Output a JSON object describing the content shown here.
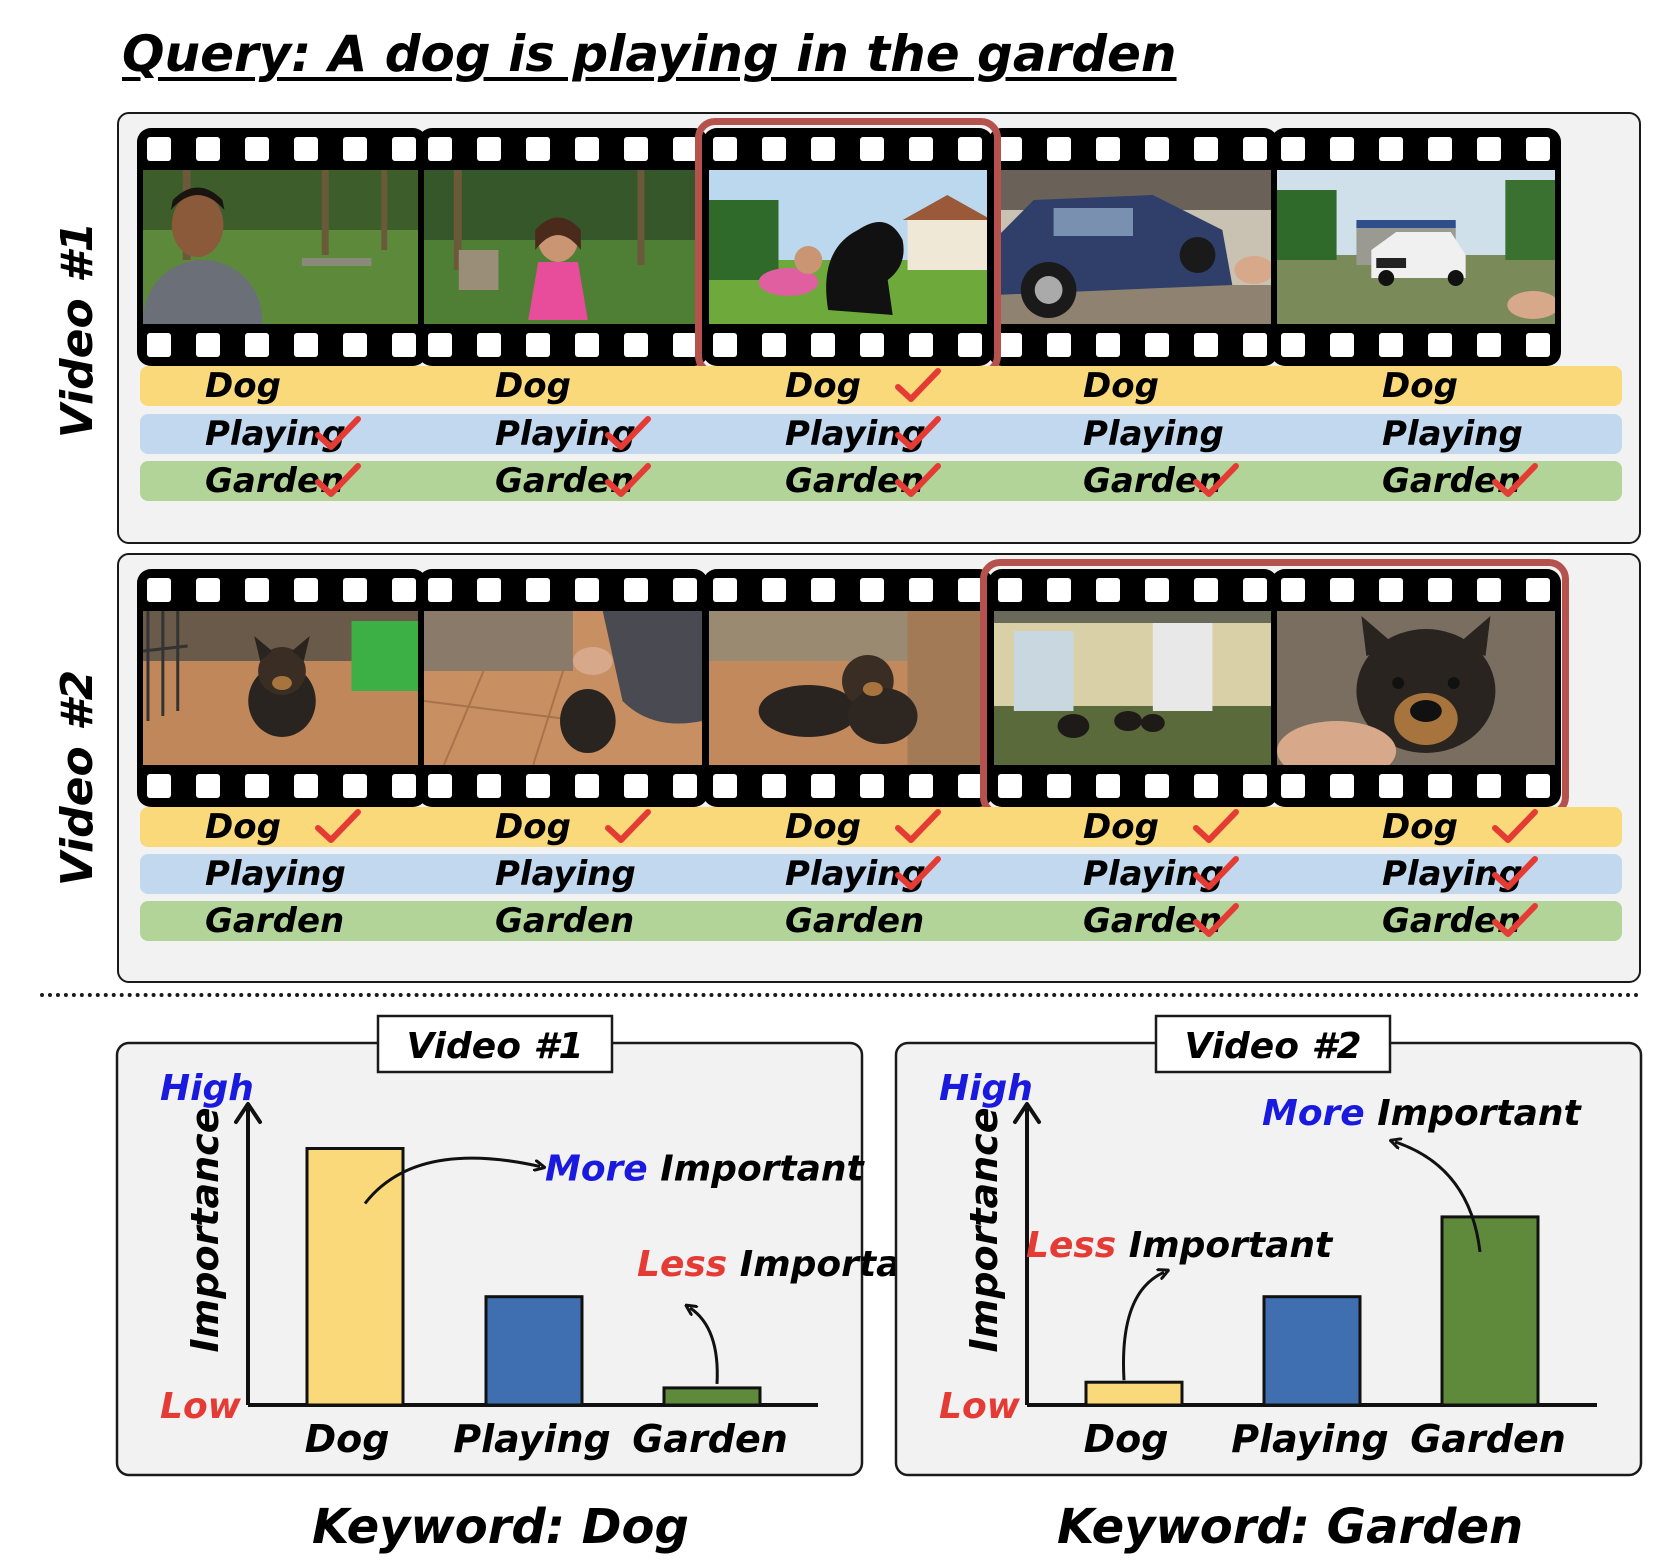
{
  "title": "Query: A dog is playing in the garden",
  "videos": [
    {
      "label": "Video #1",
      "frames": [
        {
          "scene": "man-in-garden-icon"
        },
        {
          "scene": "girl-in-garden-icon"
        },
        {
          "scene": "girl-with-dog-icon"
        },
        {
          "scene": "blue-car-icon"
        },
        {
          "scene": "car-in-yard-icon"
        }
      ],
      "highlight": [
        2,
        2
      ],
      "rows": [
        {
          "keyword": "Dog",
          "checks": [
            false,
            false,
            true,
            false,
            false
          ]
        },
        {
          "keyword": "Playing",
          "checks": [
            true,
            true,
            true,
            false,
            false
          ]
        },
        {
          "keyword": "Garden",
          "checks": [
            true,
            true,
            true,
            true,
            true
          ]
        }
      ]
    },
    {
      "label": "Video #2",
      "frames": [
        {
          "scene": "puppy-by-cage-icon"
        },
        {
          "scene": "puppy-petted-icon"
        },
        {
          "scene": "puppies-wrestling-icon"
        },
        {
          "scene": "puppies-in-yard-icon"
        },
        {
          "scene": "puppy-closeup-icon"
        }
      ],
      "highlight": [
        3,
        4
      ],
      "rows": [
        {
          "keyword": "Dog",
          "checks": [
            true,
            true,
            true,
            true,
            true
          ]
        },
        {
          "keyword": "Playing",
          "checks": [
            false,
            false,
            true,
            true,
            true
          ]
        },
        {
          "keyword": "Garden",
          "checks": [
            false,
            false,
            false,
            true,
            true
          ]
        }
      ]
    }
  ],
  "colors": {
    "dog": "#f9d97a",
    "playing": "#3f6fb0",
    "garden": "#5f8a3c",
    "check": "#e53b35",
    "highlight": "#b6524e",
    "high_label": "#1a1adf",
    "low_label": "#e53b35"
  },
  "chart_data": [
    {
      "type": "bar",
      "title": "Video #1",
      "categories": [
        "Dog",
        "Playing",
        "Garden"
      ],
      "values": [
        0.9,
        0.38,
        0.06
      ],
      "ylabel": "Importance",
      "ylim": [
        0,
        1
      ],
      "y_high_label": "High",
      "y_low_label": "Low",
      "annotations": [
        {
          "target": "Dog",
          "lead": "More",
          "text": "Important"
        },
        {
          "target": "Garden",
          "lead": "Less",
          "text": "Important"
        }
      ],
      "keyword": "Keyword: Dog"
    },
    {
      "type": "bar",
      "title": "Video #2",
      "categories": [
        "Dog",
        "Playing",
        "Garden"
      ],
      "values": [
        0.08,
        0.38,
        0.66
      ],
      "ylabel": "Importance",
      "ylim": [
        0,
        1
      ],
      "y_high_label": "High",
      "y_low_label": "Low",
      "annotations": [
        {
          "target": "Garden",
          "lead": "More",
          "text": "Important"
        },
        {
          "target": "Dog",
          "lead": "Less",
          "text": "Important"
        }
      ],
      "keyword": "Keyword: Garden"
    }
  ]
}
